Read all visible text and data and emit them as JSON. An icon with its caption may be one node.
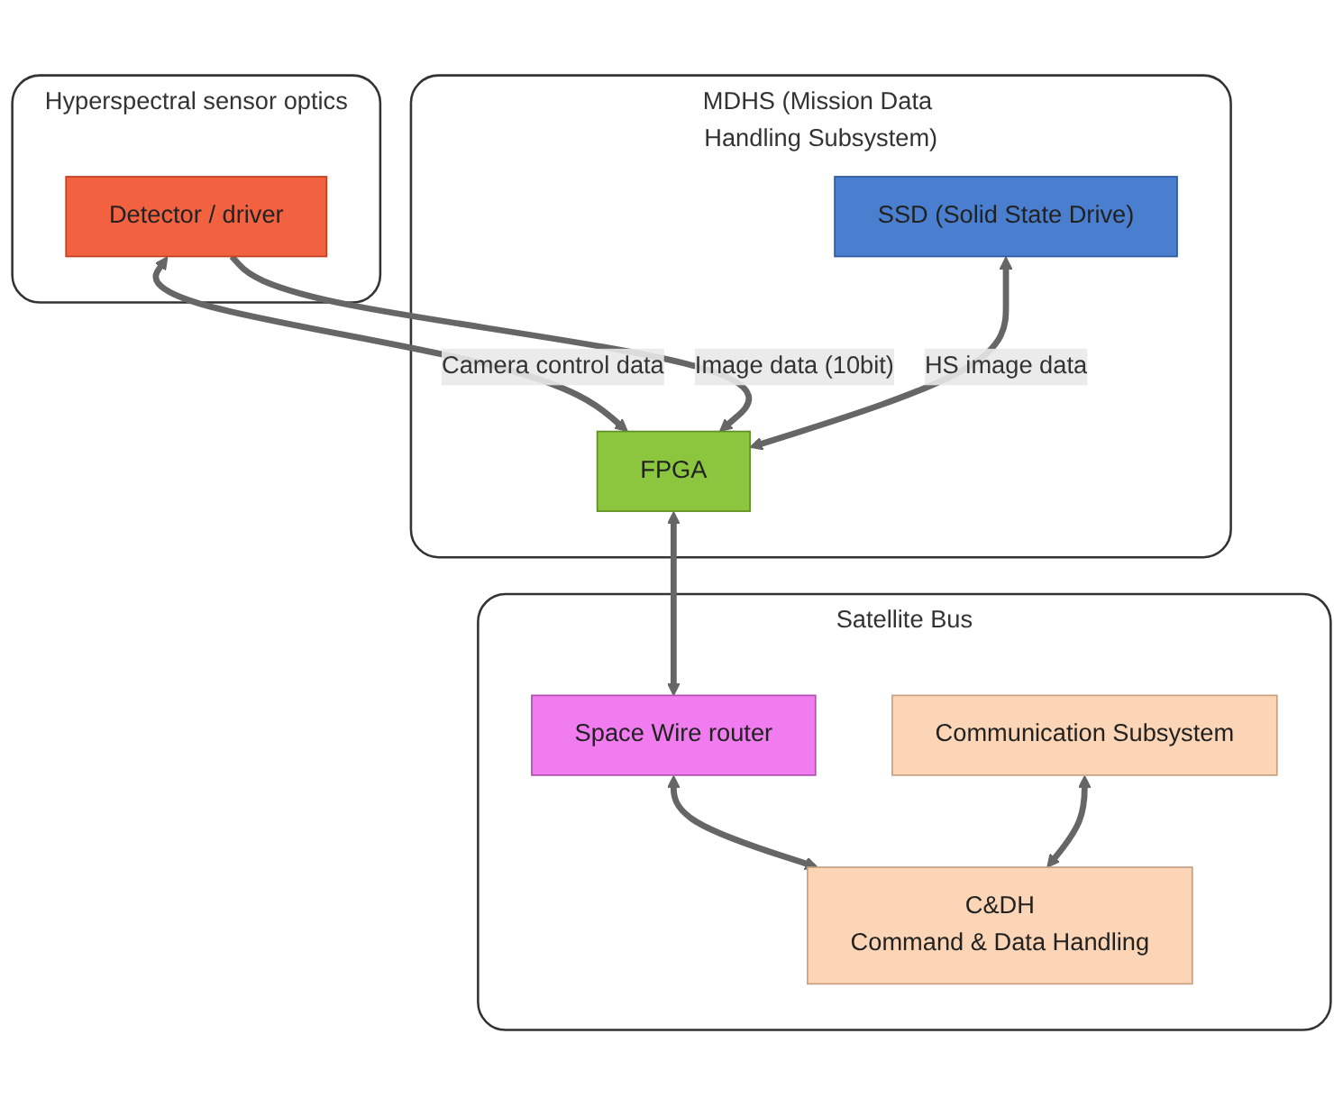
{
  "diagram": {
    "nodes": [
      {
        "text": [
          "Hyperspectral sensor optics"
        ]
      },
      {
        "text": [
          "Detector / driver"
        ],
        "in": 0
      },
      {
        "text": [
          "MDHS (Mission Data Handling Subsystem)"
        ]
      },
      {
        "text": [
          "SSD (Solid State Drive)"
        ],
        "in": 2
      },
      {
        "text": [
          "FPGA"
        ],
        "in": 2
      },
      {
        "text": [
          "Satellite Bus"
        ]
      },
      {
        "text": [
          "Space Wire router"
        ],
        "in": 5
      },
      {
        "text": [
          "C&DH",
          "Command & Data Handling"
        ],
        "in": 5
      },
      {
        "text": [
          "Communication Subsystem"
        ],
        "in": 5
      }
    ],
    "edges": [
      {
        "from": 1,
        "to": 4,
        "arrow": "both",
        "label": "Camera control data"
      },
      {
        "from": 1,
        "to": 4,
        "arrow": "to",
        "label": "Image data (10bit)"
      },
      {
        "from": 3,
        "to": 4,
        "arrow": "both",
        "label": "HS image data"
      },
      {
        "from": 4,
        "to": 6,
        "arrow": "both"
      },
      {
        "from": 6,
        "to": 7,
        "arrow": "both"
      },
      {
        "from": 8,
        "to": 7,
        "arrow": "both"
      }
    ]
  }
}
